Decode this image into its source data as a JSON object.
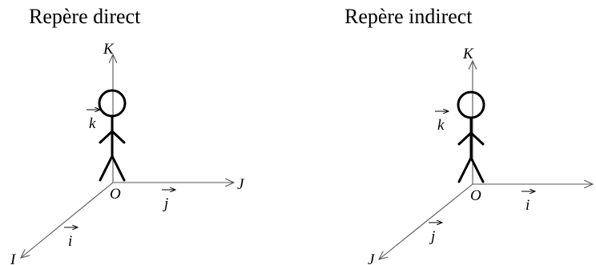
{
  "left_frame": {
    "title": "Repère direct",
    "origin": "O",
    "axis_up": "K",
    "axis_right": "J",
    "axis_diag": "I",
    "vec_up": "k",
    "vec_right": "j",
    "vec_diag": "i"
  },
  "right_frame": {
    "title": "Repère indirect",
    "origin": "O",
    "axis_up": "K",
    "axis_diag": "J",
    "vec_up": "k",
    "vec_right": "i",
    "vec_diag": "j"
  }
}
